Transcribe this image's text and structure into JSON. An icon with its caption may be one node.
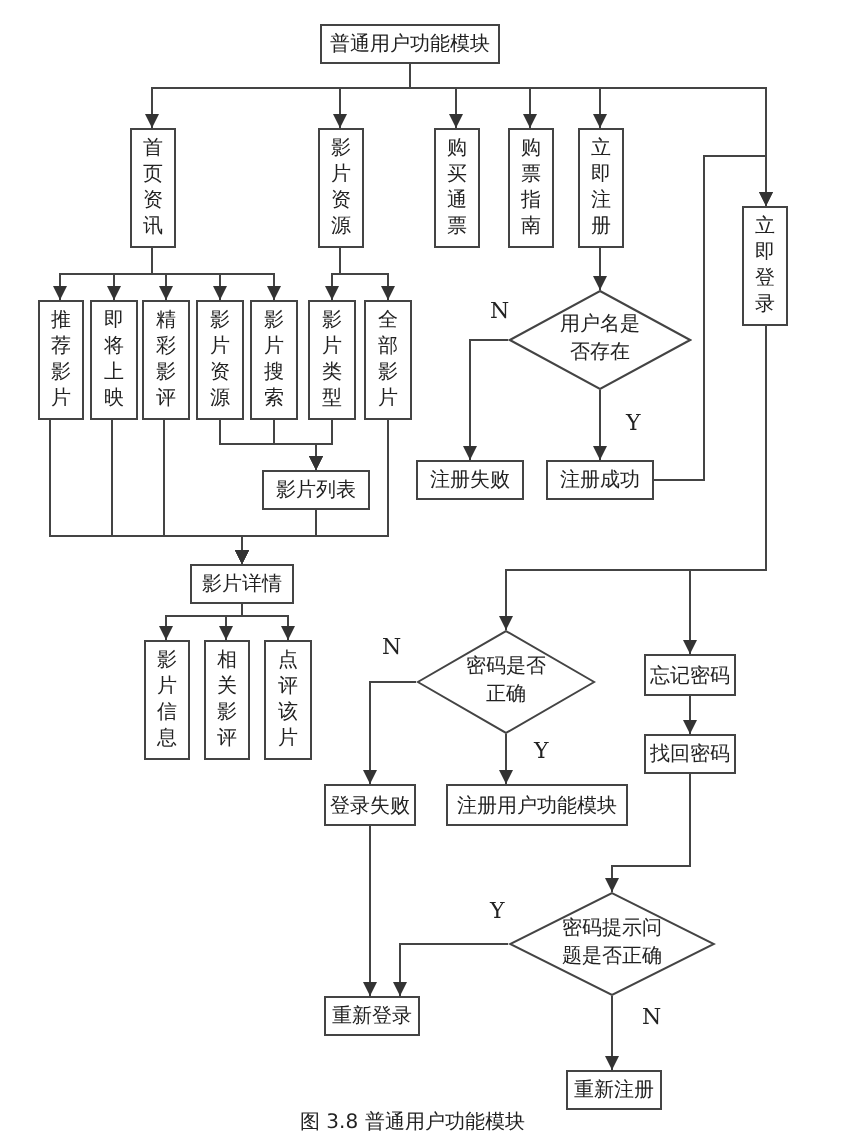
{
  "diagram": {
    "caption": "图 3.8 普通用户功能模块",
    "nodes": [
      {
        "text": [
          "普通用户功能模块"
        ]
      },
      {
        "text": [
          "首页资讯"
        ]
      },
      {
        "text": [
          "影片资源"
        ]
      },
      {
        "text": [
          "购买通票"
        ]
      },
      {
        "text": [
          "购票指南"
        ]
      },
      {
        "text": [
          "立即注册"
        ]
      },
      {
        "text": [
          "立即登录"
        ]
      },
      {
        "text": [
          "推荐影片"
        ]
      },
      {
        "text": [
          "即将上映"
        ]
      },
      {
        "text": [
          "精彩影评"
        ]
      },
      {
        "text": [
          "影片资源"
        ]
      },
      {
        "text": [
          "影片搜索"
        ]
      },
      {
        "text": [
          "影片类型"
        ]
      },
      {
        "text": [
          "全部影片"
        ]
      },
      {
        "text": [
          "影片列表"
        ]
      },
      {
        "text": [
          "影片详情"
        ]
      },
      {
        "text": [
          "影片信息"
        ]
      },
      {
        "text": [
          "相关影评"
        ]
      },
      {
        "text": [
          "点评该片"
        ]
      },
      {
        "text": [
          "用户名是否存在"
        ]
      },
      {
        "text": [
          "注册失败"
        ]
      },
      {
        "text": [
          "注册成功"
        ]
      },
      {
        "text": [
          "密码是否正确"
        ]
      },
      {
        "text": [
          "忘记密码"
        ]
      },
      {
        "text": [
          "找回密码"
        ]
      },
      {
        "text": [
          "登录失败"
        ]
      },
      {
        "text": [
          "注册用户功能模块"
        ]
      },
      {
        "text": [
          "密码提示问题是否正确"
        ]
      },
      {
        "text": [
          "重新登录"
        ]
      },
      {
        "text": [
          "重新注册"
        ]
      }
    ],
    "edges": [
      {
        "from": 0,
        "to": 1,
        "arrow": "to"
      },
      {
        "from": 0,
        "to": 2,
        "arrow": "to"
      },
      {
        "from": 0,
        "to": 3,
        "arrow": "to"
      },
      {
        "from": 0,
        "to": 4,
        "arrow": "to"
      },
      {
        "from": 0,
        "to": 5,
        "arrow": "to"
      },
      {
        "from": 0,
        "to": 6,
        "arrow": "to"
      },
      {
        "from": 1,
        "to": 7,
        "arrow": "to"
      },
      {
        "from": 1,
        "to": 8,
        "arrow": "to"
      },
      {
        "from": 1,
        "to": 9,
        "arrow": "to"
      },
      {
        "from": 1,
        "to": 10,
        "arrow": "to"
      },
      {
        "from": 1,
        "to": 11,
        "arrow": "to"
      },
      {
        "from": 2,
        "to": 12,
        "arrow": "to"
      },
      {
        "from": 2,
        "to": 13,
        "arrow": "to"
      },
      {
        "from": 10,
        "to": 14,
        "arrow": "to"
      },
      {
        "from": 11,
        "to": 14,
        "arrow": "to"
      },
      {
        "from": 12,
        "to": 14,
        "arrow": "to"
      },
      {
        "from": 7,
        "to": 15,
        "arrow": "to"
      },
      {
        "from": 8,
        "to": 15,
        "arrow": "to"
      },
      {
        "from": 9,
        "to": 15,
        "arrow": "to"
      },
      {
        "from": 14,
        "to": 15,
        "arrow": "to"
      },
      {
        "from": 13,
        "to": 15,
        "arrow": "to"
      },
      {
        "from": 15,
        "to": 16,
        "arrow": "to"
      },
      {
        "from": 15,
        "to": 17,
        "arrow": "to"
      },
      {
        "from": 15,
        "to": 18,
        "arrow": "to"
      },
      {
        "from": 5,
        "to": 19,
        "arrow": "to"
      },
      {
        "from": 19,
        "to": 20,
        "arrow": "to",
        "label": "N"
      },
      {
        "from": 19,
        "to": 21,
        "arrow": "to",
        "label": "Y"
      },
      {
        "from": 21,
        "to": 6,
        "arrow": "to"
      },
      {
        "from": 6,
        "to": 22,
        "arrow": "to"
      },
      {
        "from": 6,
        "to": 23,
        "arrow": "to"
      },
      {
        "from": 23,
        "to": 24,
        "arrow": "to"
      },
      {
        "from": 24,
        "to": 27,
        "arrow": "to"
      },
      {
        "from": 22,
        "to": 25,
        "arrow": "to",
        "label": "N"
      },
      {
        "from": 22,
        "to": 26,
        "arrow": "to",
        "label": "Y"
      },
      {
        "from": 25,
        "to": 28,
        "arrow": "to"
      },
      {
        "from": 27,
        "to": 28,
        "arrow": "to",
        "label": "Y"
      },
      {
        "from": 27,
        "to": 29,
        "arrow": "to",
        "label": "N"
      }
    ]
  }
}
